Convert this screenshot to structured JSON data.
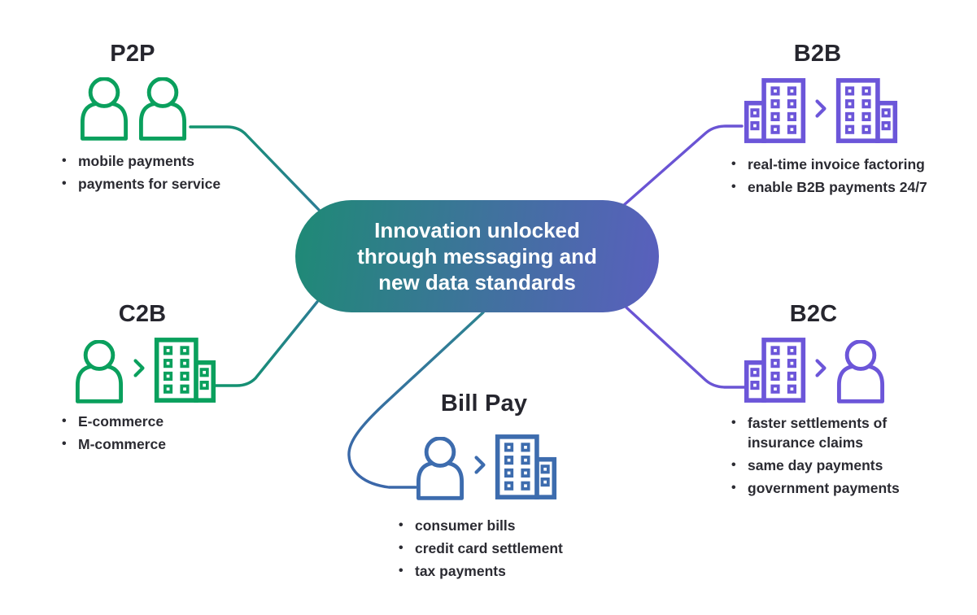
{
  "ui": {
    "bullet_char": "•"
  },
  "colors": {
    "green_icon": "#0aa05d",
    "purple_icon": "#6c56d9",
    "blue_icon": "#3d6cae",
    "title_text": "#26262e",
    "bullet_text": "#2b2b32",
    "pill_gradient_start": "#1e8a75",
    "pill_gradient_mid": "#41719f",
    "pill_gradient_end": "#5a5fbe",
    "teal_line": "#10946c",
    "purple_line": "#6a54d4",
    "blue_line": "#3b67a9"
  },
  "center": {
    "title_lines": [
      "Innovation unlocked",
      "through messaging and",
      "new data standards"
    ]
  },
  "sections": {
    "p2p": {
      "title": "P2P",
      "bullets": [
        "mobile payments",
        "payments for service"
      ]
    },
    "b2b": {
      "title": "B2B",
      "bullets": [
        "real-time invoice factoring",
        "enable B2B payments 24/7"
      ]
    },
    "c2b": {
      "title": "C2B",
      "bullets": [
        "E-commerce",
        "M-commerce"
      ]
    },
    "bill_pay": {
      "title": "Bill Pay",
      "bullets": [
        "consumer bills",
        "credit card settlement",
        "tax payments"
      ]
    },
    "b2c": {
      "title": "B2C",
      "bullets": [
        "faster settlements of insurance claims",
        "same day payments",
        "government payments"
      ]
    }
  }
}
